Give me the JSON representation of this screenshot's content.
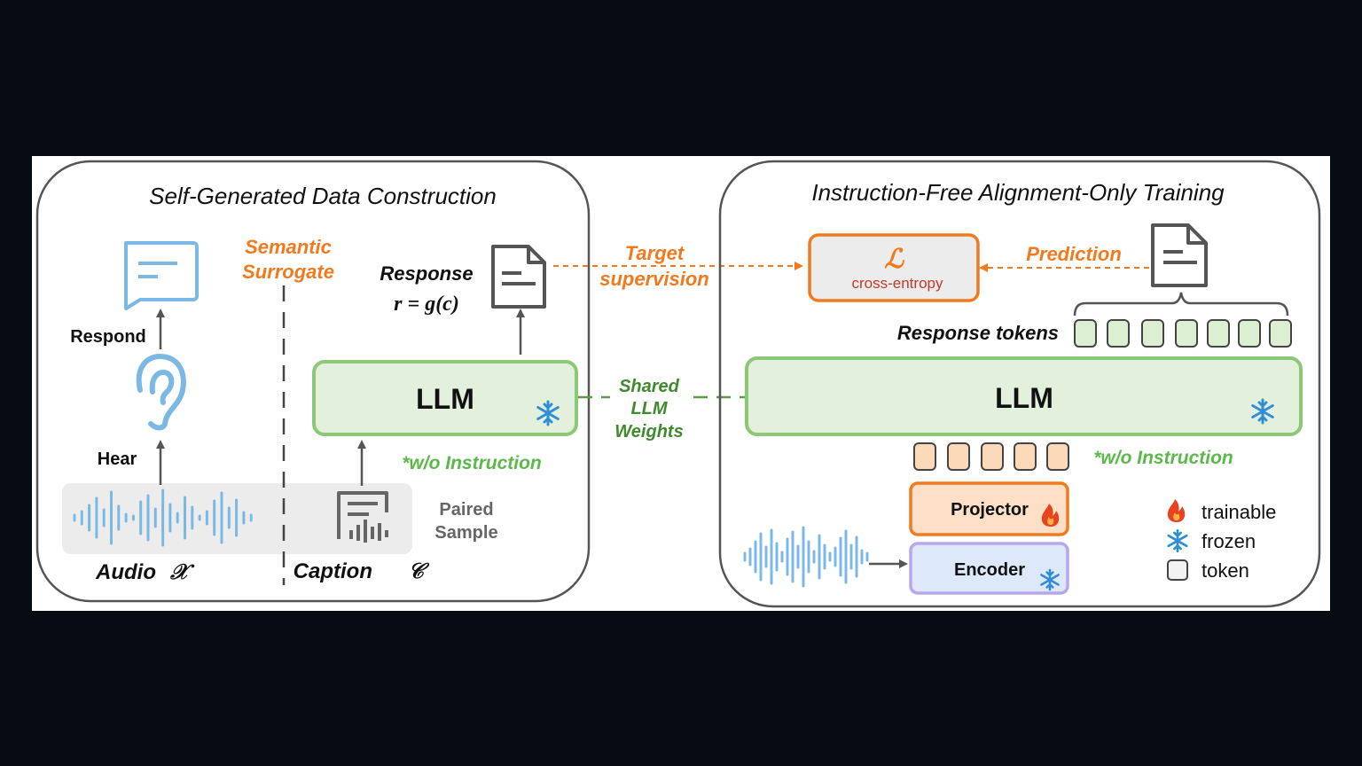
{
  "left_panel": {
    "title": "Self-Generated Data Construction",
    "semantic_surrogate": [
      "Semantic",
      "Surrogate"
    ],
    "respond_label": "Respond",
    "hear_label": "Hear",
    "response_label": "Response",
    "response_formula": "r = g(c)",
    "llm_label": "LLM",
    "wo_instruction": "*w/o Instruction",
    "paired_sample": [
      "Paired",
      "Sample"
    ],
    "audio_label": "Audio",
    "audio_symbol": "𝒳",
    "caption_label": "Caption",
    "caption_symbol": "𝒞"
  },
  "middle": {
    "target_supervision": [
      "Target",
      "supervision"
    ],
    "shared_weights": [
      "Shared",
      "LLM",
      "Weights"
    ]
  },
  "right_panel": {
    "title": "Instruction-Free Alignment-Only Training",
    "loss_symbol": "ℒ",
    "loss_label": "cross-entropy",
    "prediction_label": "Prediction",
    "response_tokens_label": "Response tokens",
    "llm_label": "LLM",
    "wo_instruction": "*w/o Instruction",
    "projector_label": "Projector",
    "encoder_label": "Encoder",
    "legend": {
      "trainable": "trainable",
      "frozen": "frozen",
      "token": "token"
    }
  },
  "colors": {
    "orange": "#f07a1d",
    "green_fill": "#e2f0dc",
    "green_stroke": "#8cc878",
    "blue_icon": "#7cb8e4",
    "encoder_fill": "#dde8fb",
    "encoder_stroke": "#b9a8e8",
    "projector_fill": "#fde0c7"
  },
  "icons": [
    "chat-bubble-icon",
    "ear-icon",
    "document-icon",
    "waveform-icon",
    "caption-doc-icon",
    "snowflake-icon",
    "flame-icon"
  ]
}
